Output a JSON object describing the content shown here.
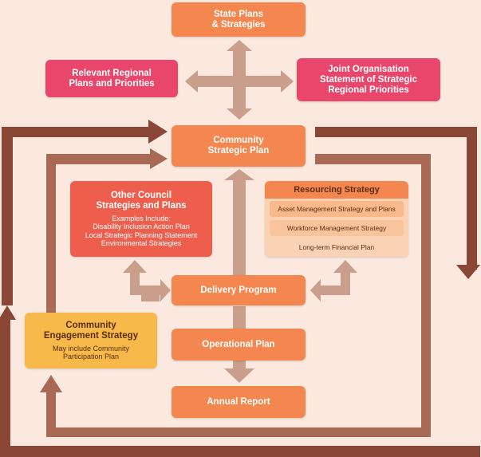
{
  "nodes": {
    "state_plans": {
      "title": "State Plans\n& Strategies"
    },
    "regional_plans": {
      "title": "Relevant Regional\nPlans and Priorities"
    },
    "joint_org": {
      "title": "Joint Organisation\nStatement of Strategic\nRegional Priorities"
    },
    "community_strategic_plan": {
      "title": "Community\nStrategic Plan"
    },
    "other_council": {
      "title": "Other Council\nStrategies and Plans",
      "detail": "Examples Include:\nDisability Inclusion Action Plan\nLocal Strategic Planning Statement\nEnvironmental Strategies"
    },
    "resourcing": {
      "title": "Resourcing Strategy",
      "items": [
        "Asset Management Strategy and Plans",
        "Workforce Management Strategy",
        "Long-term Financial Plan"
      ]
    },
    "delivery_program": {
      "title": "Delivery Program"
    },
    "community_engagement": {
      "title": "Community\nEngagement Strategy",
      "detail": "May include Community\nParticipation Plan"
    },
    "operational_plan": {
      "title": "Operational Plan"
    },
    "annual_report": {
      "title": "Annual Report"
    }
  },
  "colors": {
    "background": "#fbe9df",
    "orange": "#f4874f",
    "pink": "#e8466a",
    "red": "#ee5e4c",
    "yellow": "#f6b94a",
    "arrow_light": "#c99e8b",
    "arrow_mid": "#a86a55",
    "arrow_dark": "#8a4735"
  }
}
